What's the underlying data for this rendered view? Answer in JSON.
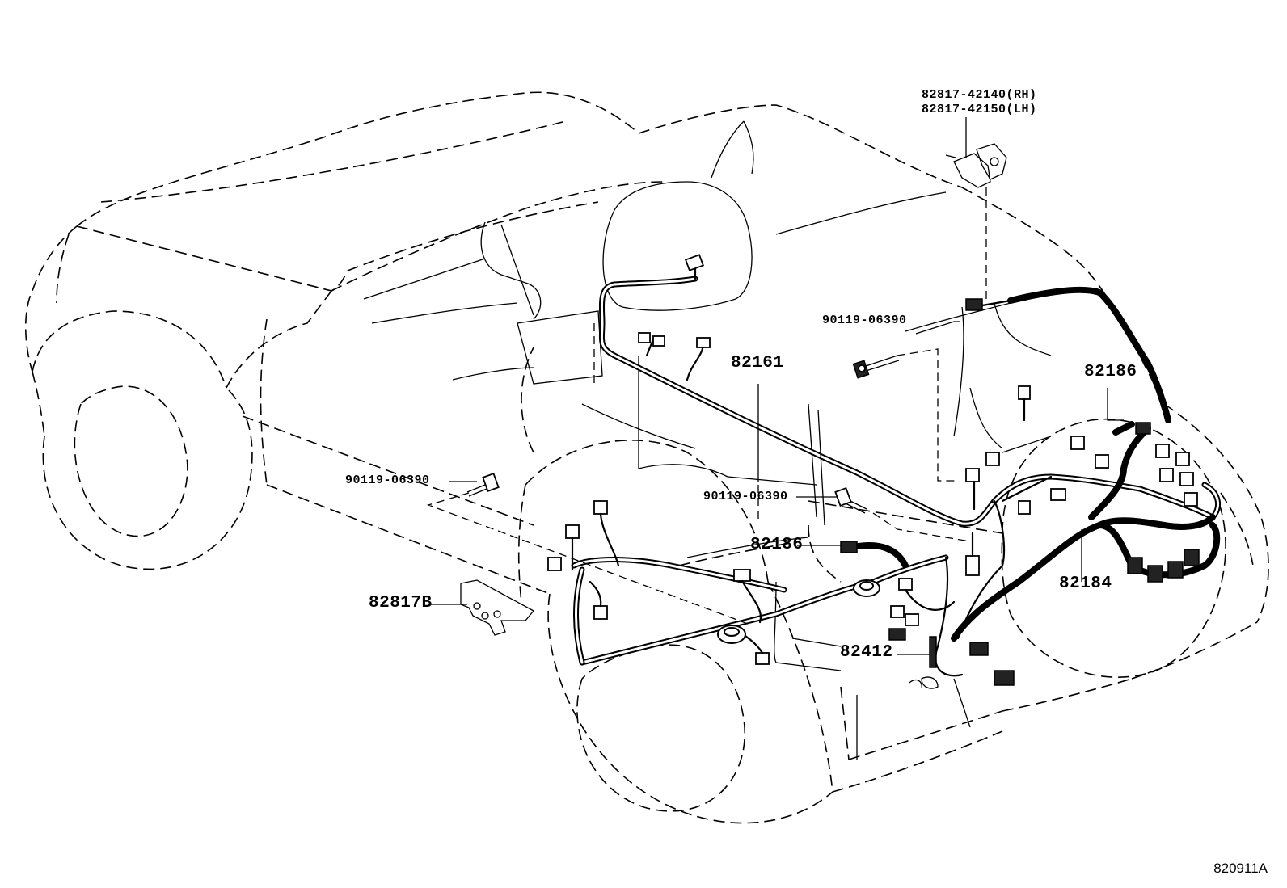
{
  "labels": {
    "bracket_rh": "82817-42140(RH)",
    "bracket_lh": "82817-42150(LH)",
    "bolt_top": "90119-06390",
    "bolt_left": "90119-06390",
    "bolt_mid": "90119-06390",
    "harness_82161": "82161",
    "harness_82186_right": "82186",
    "harness_82186_mid": "82186",
    "harness_82184": "82184",
    "bracket_82817b": "82817B",
    "harness_82412": "82412"
  },
  "figure_code": "820911A"
}
